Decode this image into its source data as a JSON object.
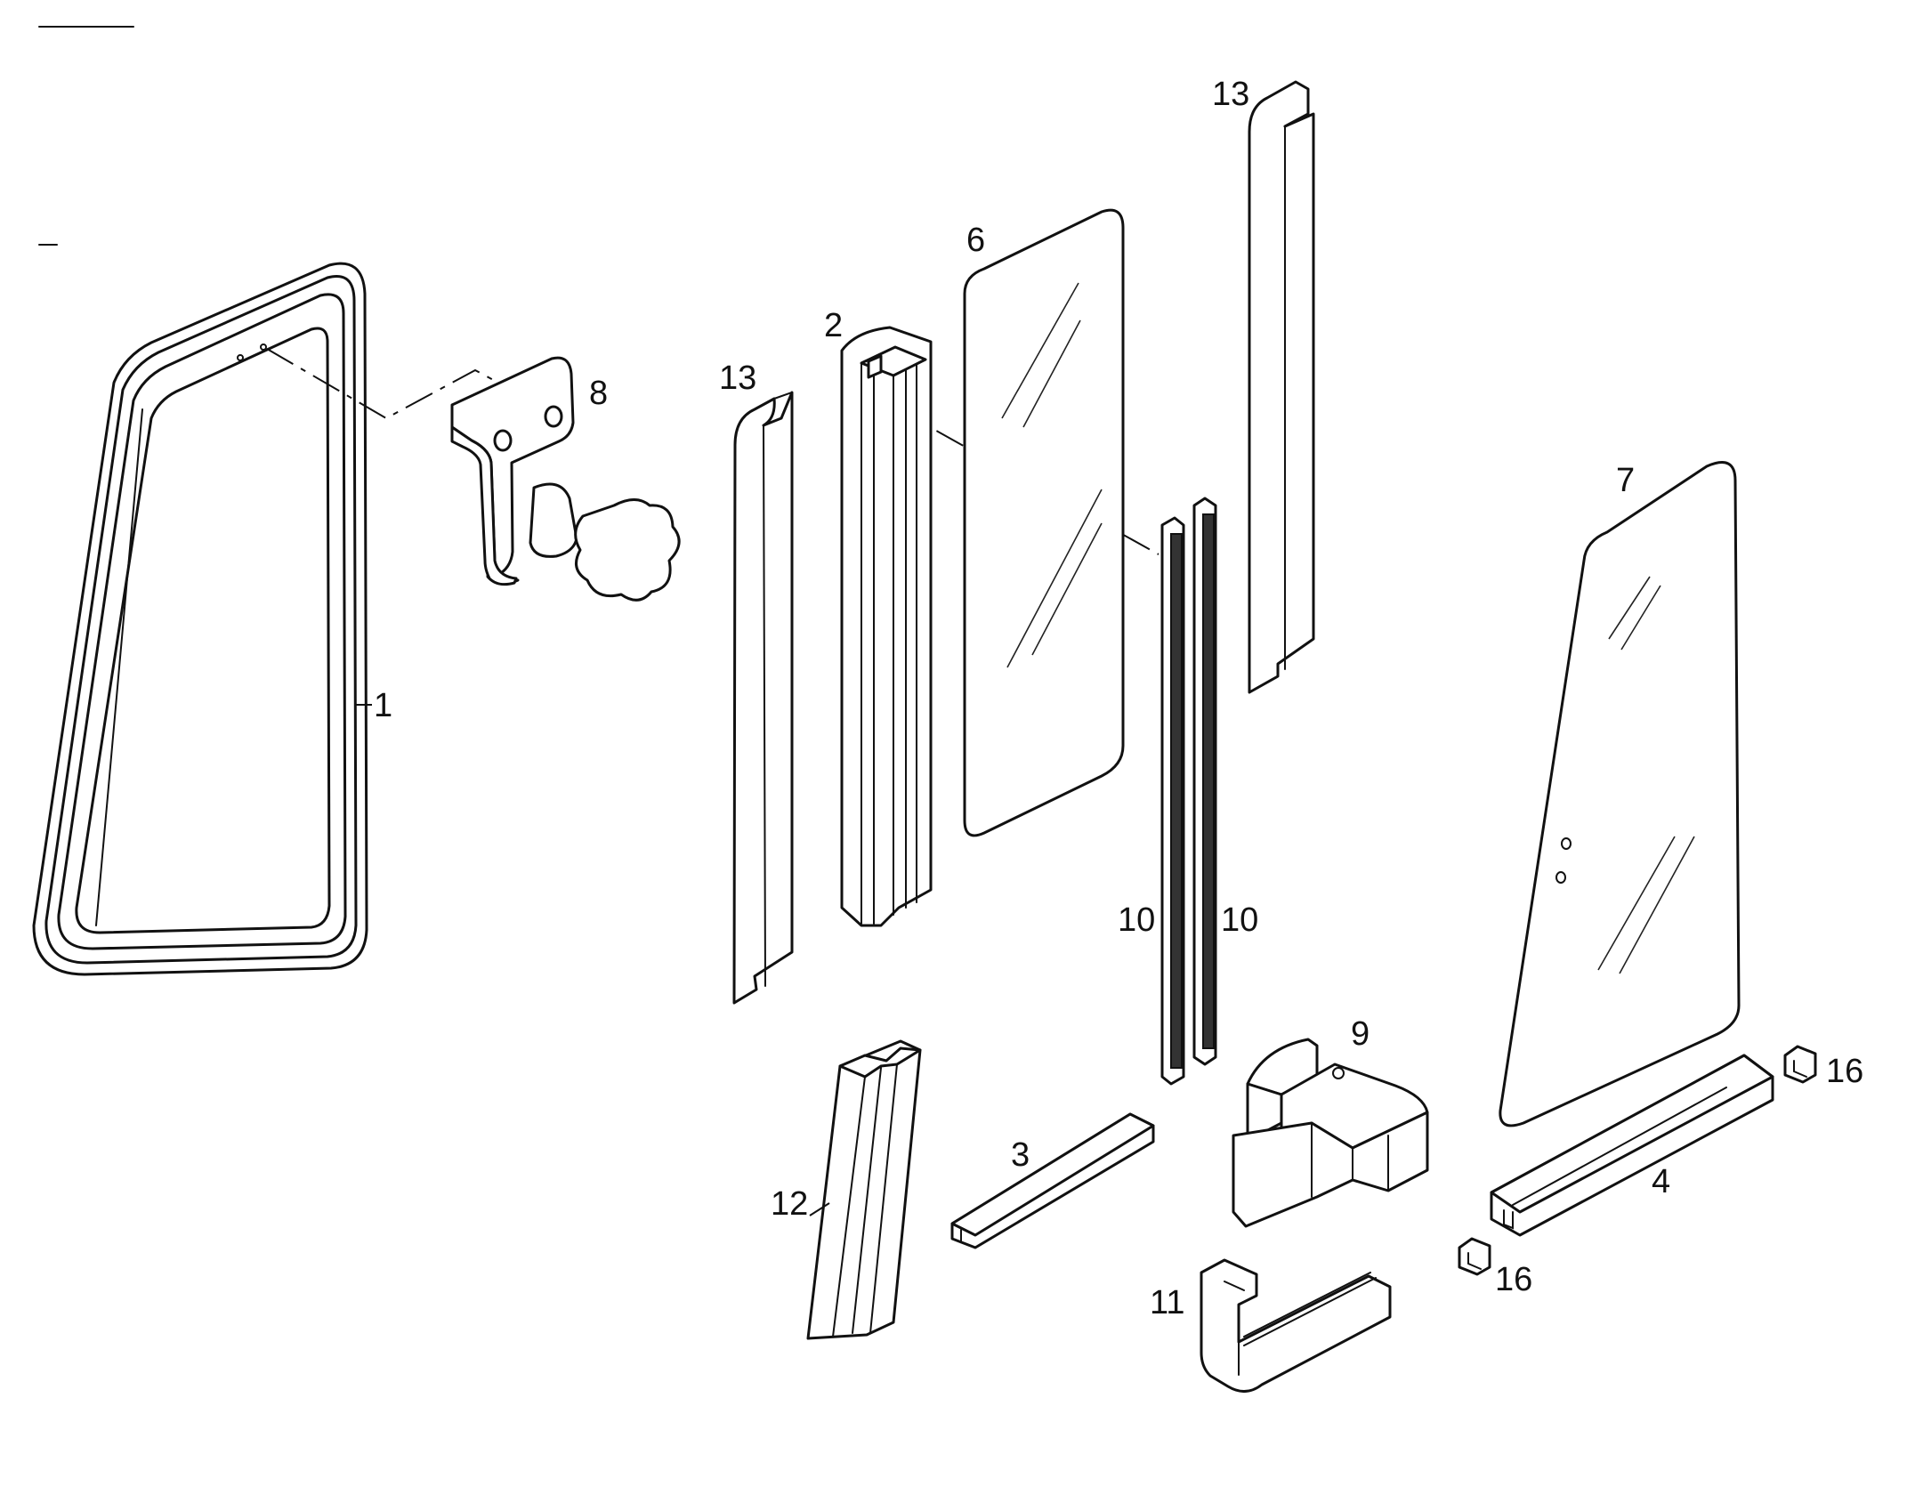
{
  "diagram": {
    "labels": {
      "frame": "1",
      "channel": "2",
      "bottom_rail": "3",
      "track": "4",
      "glass_front": "6",
      "glass_rear": "7",
      "latch_bracket": "8",
      "lock_block": "9",
      "brush_left": "10",
      "brush_right": "10",
      "corner_seal": "11",
      "seal_strip": "12",
      "seal_left": "13",
      "seal_right": "13",
      "clip_upper": "16",
      "clip_lower": "16"
    }
  }
}
